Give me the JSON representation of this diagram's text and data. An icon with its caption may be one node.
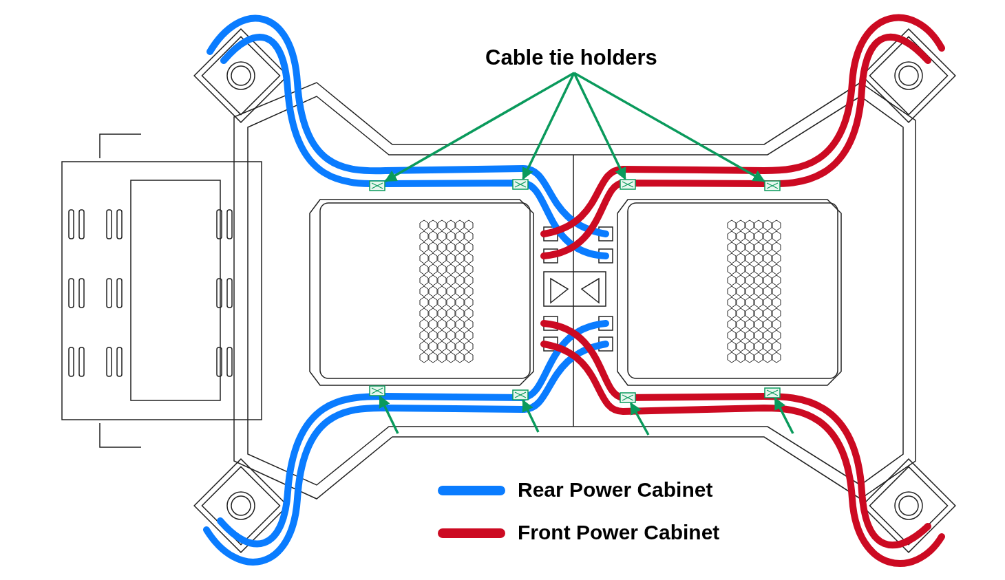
{
  "diagram": {
    "nodes": [
      {
        "text": [
          "Cable tie holders"
        ]
      },
      {
        "text": [],
        "shape": "box"
      },
      {
        "text": [],
        "shape": "box"
      },
      {
        "text": [],
        "shape": "box"
      },
      {
        "text": [],
        "shape": "box"
      },
      {
        "text": [],
        "shape": "box"
      },
      {
        "text": [],
        "shape": "box"
      },
      {
        "text": [],
        "shape": "box"
      },
      {
        "text": [],
        "shape": "box"
      }
    ],
    "edges": [
      {
        "from": 0,
        "to": 1,
        "arrow": "to"
      },
      {
        "from": 0,
        "to": 2,
        "arrow": "to"
      },
      {
        "from": 0,
        "to": 3,
        "arrow": "to"
      },
      {
        "from": 0,
        "to": 4,
        "arrow": "to"
      },
      {
        "from": null,
        "to": 5,
        "arrow": "to"
      },
      {
        "from": null,
        "to": 6,
        "arrow": "to"
      },
      {
        "from": null,
        "to": 7,
        "arrow": "to"
      },
      {
        "from": null,
        "to": 8,
        "arrow": "to"
      }
    ],
    "legend": [
      {
        "text": "Rear Power Cabinet",
        "color": "#0a7cff"
      },
      {
        "text": "Front Power Cabinet",
        "color": "#cc0a22"
      }
    ]
  }
}
